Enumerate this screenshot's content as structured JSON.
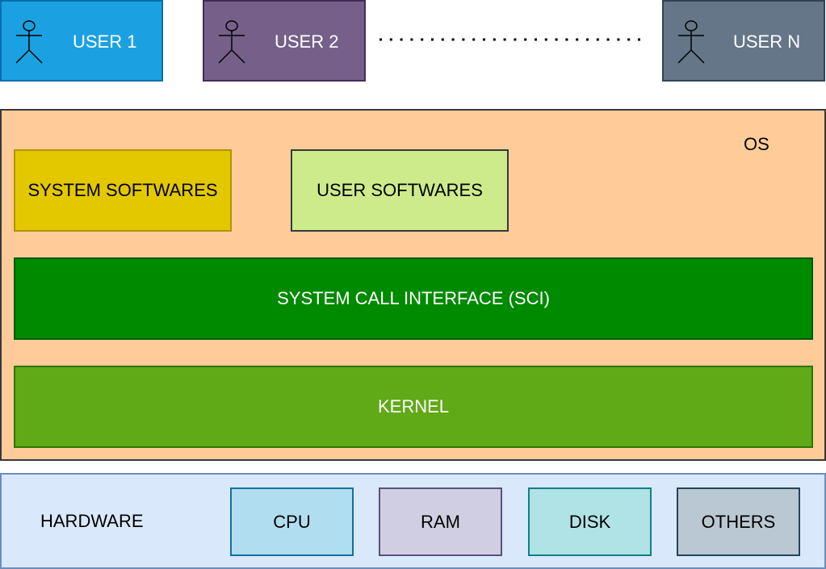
{
  "users": [
    {
      "label": "USER 1",
      "fill": "#1ba1e2",
      "stroke": "#006eaf"
    },
    {
      "label": "USER 2",
      "fill": "#76608a",
      "stroke": "#432d57"
    },
    {
      "label": "USER N",
      "fill": "#647687",
      "stroke": "#314354"
    }
  ],
  "ellipsis_icon": "dotted-line",
  "os": {
    "label": "OS",
    "fill": "#ffcc99",
    "system_softwares": {
      "label": "SYSTEM SOFTWARES",
      "fill": "#e3c800"
    },
    "user_softwares": {
      "label": "USER SOFTWARES",
      "fill": "#cdeb8b"
    },
    "sci": {
      "label": "SYSTEM CALL INTERFACE (SCI)",
      "fill": "#008a00"
    },
    "kernel": {
      "label": "KERNEL",
      "fill": "#60a917"
    }
  },
  "hardware": {
    "label": "HARDWARE",
    "fill": "#dae8fc",
    "components": [
      {
        "label": "CPU",
        "fill": "#b1ddf0"
      },
      {
        "label": "RAM",
        "fill": "#d0cee2"
      },
      {
        "label": "DISK",
        "fill": "#b0e3e6"
      },
      {
        "label": "OTHERS",
        "fill": "#bac8d3"
      }
    ]
  }
}
